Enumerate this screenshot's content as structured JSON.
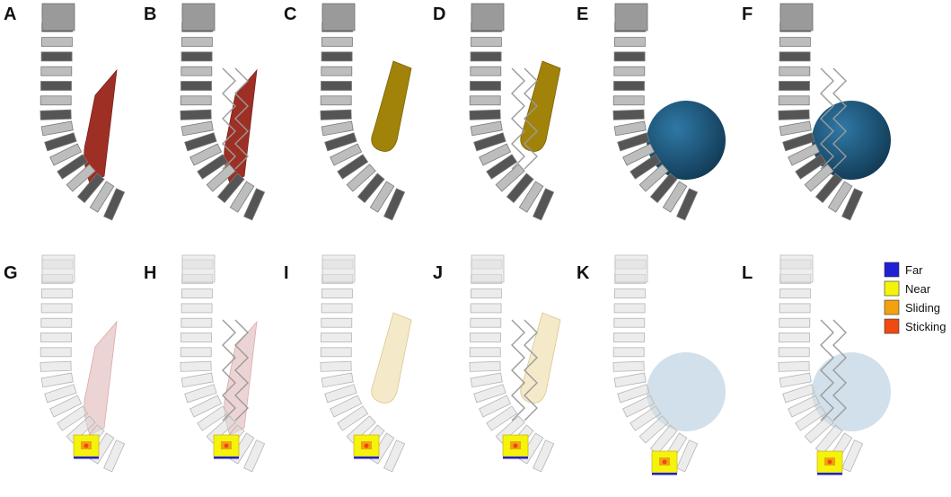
{
  "panels": [
    {
      "label": "A",
      "obstacle": "wall"
    },
    {
      "label": "B",
      "obstacle": "wall",
      "stent": true
    },
    {
      "label": "C",
      "obstacle": "block"
    },
    {
      "label": "D",
      "obstacle": "block",
      "stent": true
    },
    {
      "label": "E",
      "obstacle": "sphere"
    },
    {
      "label": "F",
      "obstacle": "sphere",
      "stent": true
    },
    {
      "label": "G",
      "obstacle": "wall"
    },
    {
      "label": "H",
      "obstacle": "wall",
      "stent": true
    },
    {
      "label": "I",
      "obstacle": "block"
    },
    {
      "label": "J",
      "obstacle": "block",
      "stent": true
    },
    {
      "label": "K",
      "obstacle": "sphere"
    },
    {
      "label": "L",
      "obstacle": "sphere",
      "stent": true
    }
  ],
  "legend": {
    "items": [
      {
        "label": "Far",
        "color": "#1f1fd6"
      },
      {
        "label": "Near",
        "color": "#f4f40a"
      },
      {
        "label": "Sliding",
        "color": "#f2a20f"
      },
      {
        "label": "Sticking",
        "color": "#ee4a12"
      }
    ]
  },
  "colors": {
    "wall": "#9e2f24",
    "block": "#a28309",
    "sphere": "#1d5679",
    "ghost_wall": "#e7c6c6",
    "ghost_block": "#f1e4bc",
    "ghost_sphere": "#c9dbe6",
    "segment_light": "#bdbdbd",
    "segment_dark": "#555555"
  }
}
